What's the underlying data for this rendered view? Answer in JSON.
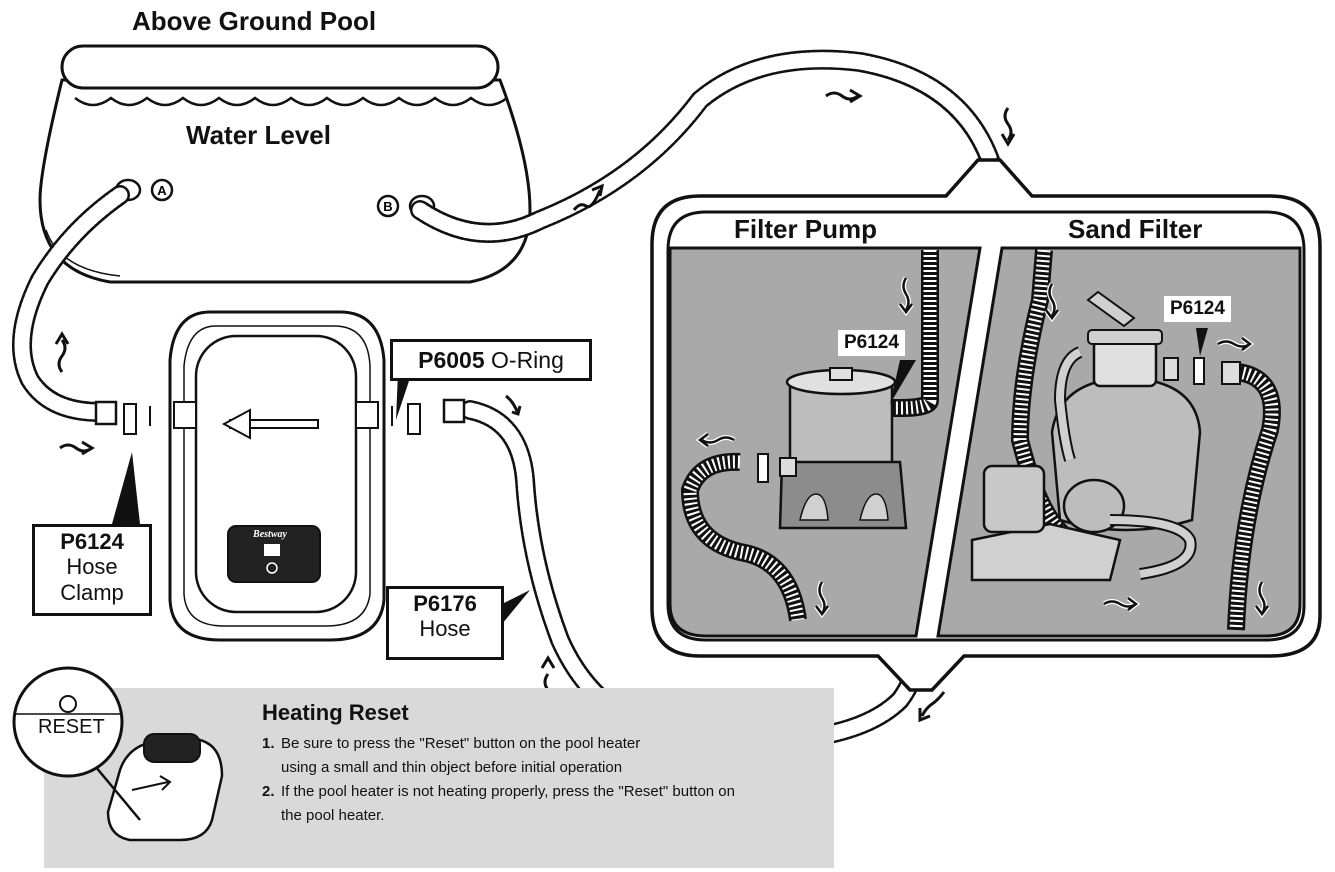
{
  "pool": {
    "title": "Above Ground Pool",
    "water_level": "Water Level",
    "inlet_a": "A",
    "inlet_b": "B"
  },
  "panel": {
    "filter_pump_title": "Filter Pump",
    "sand_filter_title": "Sand Filter",
    "filter_pump_clamp": "P6124",
    "sand_filter_clamp": "P6124"
  },
  "heater": {
    "brand": "Bestway"
  },
  "callouts": {
    "oring": {
      "code": "P6005",
      "text": "O-Ring"
    },
    "clamp": {
      "code": "P6124",
      "line1": "Hose",
      "line2": "Clamp"
    },
    "hose": {
      "code": "P6176",
      "text": "Hose"
    }
  },
  "reset": {
    "button_label": "RESET",
    "title": "Heating Reset",
    "steps": [
      {
        "num": "1.",
        "text": "Be sure to press the \"Reset\" button on the pool heater using a small and thin object before initial operation"
      },
      {
        "num": "2.",
        "text": "If the pool heater is not heating properly, press the \"Reset\" button on the pool heater."
      }
    ]
  },
  "colors": {
    "outline": "#111111",
    "panel_gray": "#a9a9a9",
    "info_gray": "#d9d9d9"
  }
}
